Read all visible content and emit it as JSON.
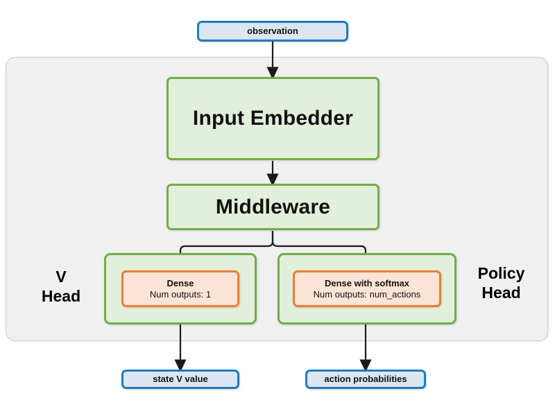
{
  "diagram": {
    "title_hidden": "",
    "colors": {
      "io_fill": "#dce6f1",
      "io_border": "#1f7ac0",
      "module_fill": "#e2efda",
      "module_border": "#70ad47",
      "dense_fill": "#fce4d6",
      "dense_border": "#ed7d31",
      "container_fill": "#f0f0f0",
      "container_border": "#cfcfcf",
      "arrow": "#1a1a1a",
      "background": "#ffffff"
    },
    "input": {
      "label": "observation"
    },
    "modules": {
      "embedder": "Input Embedder",
      "middleware": "Middleware"
    },
    "heads": [
      {
        "caption_line1": "V",
        "caption_line2": "Head",
        "dense_title": "Dense",
        "dense_subtitle": "Num outputs: 1",
        "output": "state V value"
      },
      {
        "caption_line1": "Policy",
        "caption_line2": "Head",
        "dense_title": "Dense with softmax",
        "dense_subtitle": "Num outputs: num_actions",
        "output": "action probabilities"
      }
    ],
    "outputs": {
      "value": "state V value",
      "policy": "action probabilities"
    }
  }
}
